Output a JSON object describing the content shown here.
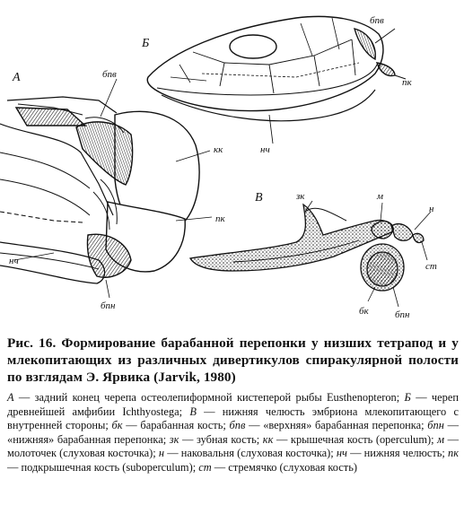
{
  "figure": {
    "panel_labels": {
      "a": "А",
      "b": "Б",
      "v": "В"
    },
    "labels": {
      "bpv_b": "бпв",
      "pk_b": "пк",
      "nch_b": "нч",
      "bpv_a": "бпв",
      "kk": "кк",
      "pk_a": "пк",
      "nch_a": "нч",
      "bpn_a": "бпн",
      "zk": "зк",
      "m": "м",
      "n": "н",
      "st": "ст",
      "bk": "бк",
      "bpn_v": "бпн"
    }
  },
  "caption": "Рис. 16. Формирование барабанной перепонки у низших тетрапод и у млекопитающих из различных дивертикулов спиракулярной полости по взглядам Э. Ярвика (Jarvik, 1980)",
  "legend": [
    {
      "key": "А",
      "text": " — задний конец черепа остеолепиформной кистеперой рыбы Eusthenopteron; "
    },
    {
      "key": "Б",
      "text": " — череп древнейшей амфибии Ichthyostega; "
    },
    {
      "key": "В",
      "text": " — нижняя челюсть эмбриона млекопитающего с внутренней стороны; "
    },
    {
      "key": "бк",
      "text": " — барабанная кость; "
    },
    {
      "key": "бпв",
      "text": " — «верхняя» барабанная перепонка; "
    },
    {
      "key": "бпн",
      "text": " — «нижняя» барабанная перепонка; "
    },
    {
      "key": "зк",
      "text": " — зубная кость; "
    },
    {
      "key": "кк",
      "text": " — крышечная кость (operculum); "
    },
    {
      "key": "м",
      "text": " — молоточек (слуховая косточка); "
    },
    {
      "key": "н",
      "text": " — наковальня (слуховая косточка); "
    },
    {
      "key": "нч",
      "text": " — нижняя челюсть; "
    },
    {
      "key": "пк",
      "text": " — подкрышечная кость (suboperculum); "
    },
    {
      "key": "ст",
      "text": " — стремячко (слуховая кость)"
    }
  ]
}
